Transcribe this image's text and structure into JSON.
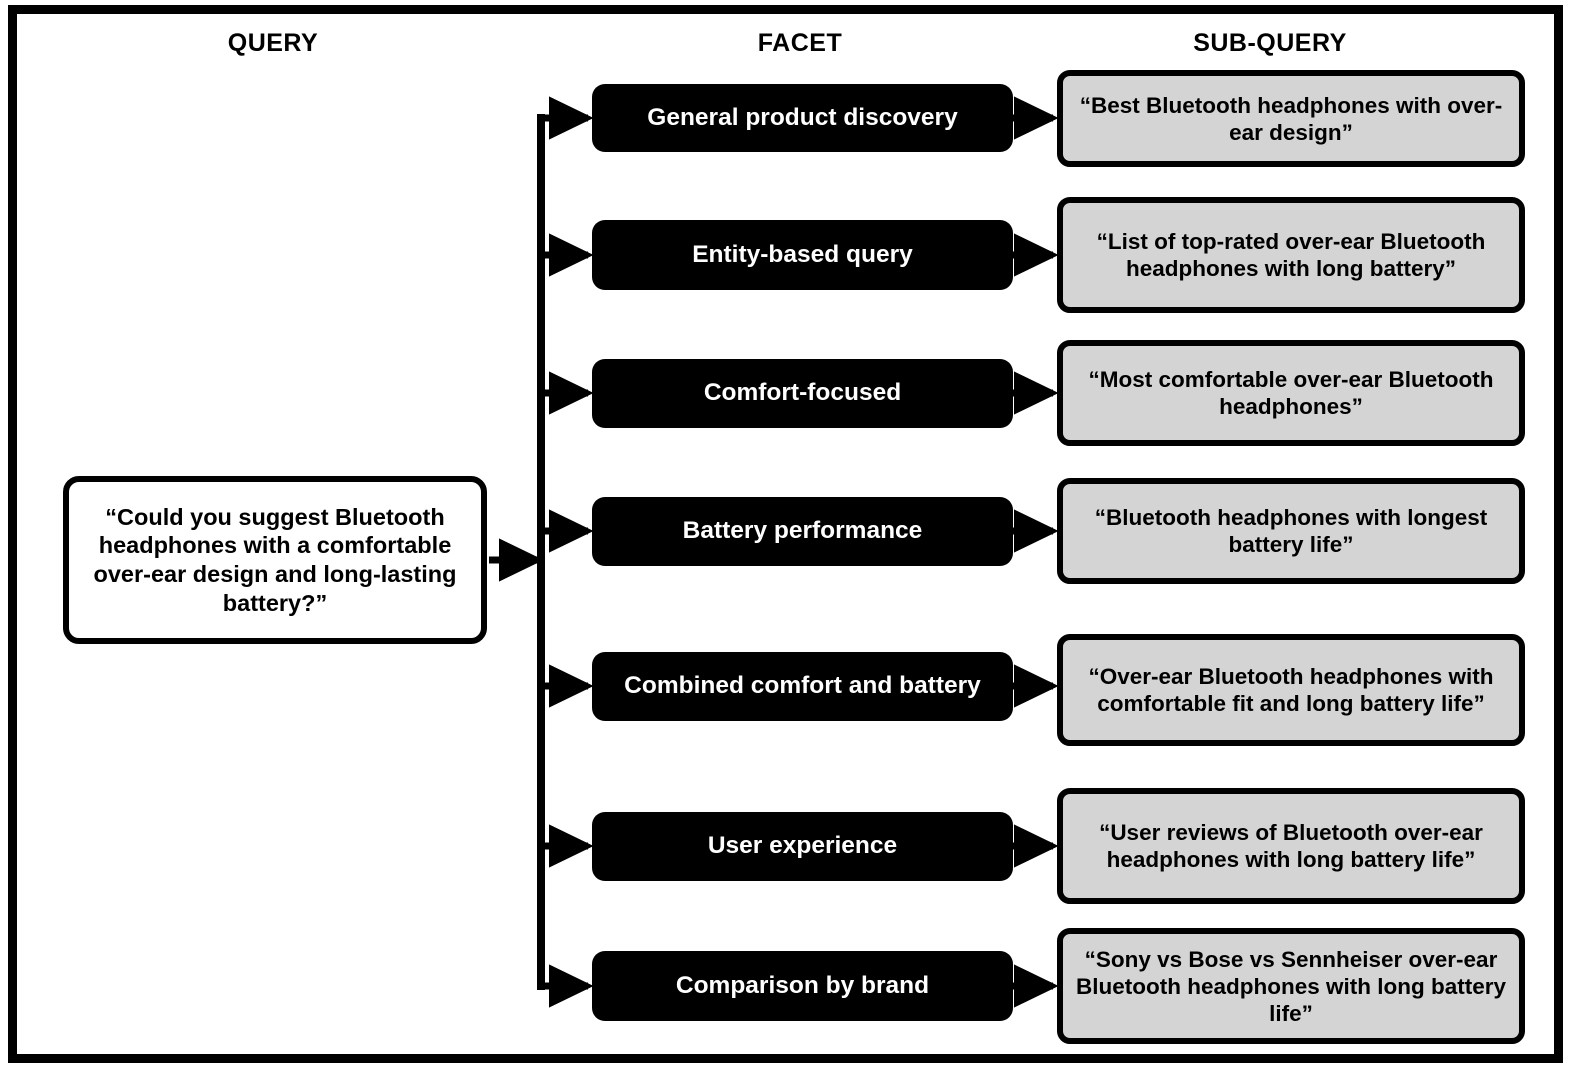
{
  "headers": {
    "query": "QUERY",
    "facet": "FACET",
    "subquery": "SUB-QUERY"
  },
  "query": {
    "text": "“Could you suggest Bluetooth headphones with a comfortable over-ear design and long-lasting battery?”"
  },
  "rows": [
    {
      "facet": "General product discovery",
      "subquery": "“Best Bluetooth headphones with over-ear design”"
    },
    {
      "facet": "Entity-based query",
      "subquery": "“List of top-rated over-ear Bluetooth headphones with long battery”"
    },
    {
      "facet": "Comfort-focused",
      "subquery": "“Most comfortable over-ear Bluetooth headphones”"
    },
    {
      "facet": "Battery performance",
      "subquery": "“Bluetooth headphones with longest battery life”"
    },
    {
      "facet": "Combined comfort and battery",
      "subquery": "“Over-ear Bluetooth headphones with comfortable fit and long battery life”"
    },
    {
      "facet": "User experience",
      "subquery": "“User reviews of Bluetooth over-ear headphones with long battery life”"
    },
    {
      "facet": "Comparison by brand",
      "subquery": "“Sony vs Bose vs Sennheiser over-ear Bluetooth headphones with long battery life”"
    }
  ],
  "colors": {
    "facet_fill": "#000000",
    "facet_text": "#ffffff",
    "subquery_fill": "#d4d4d4",
    "border": "#000000",
    "background": "#ffffff"
  }
}
